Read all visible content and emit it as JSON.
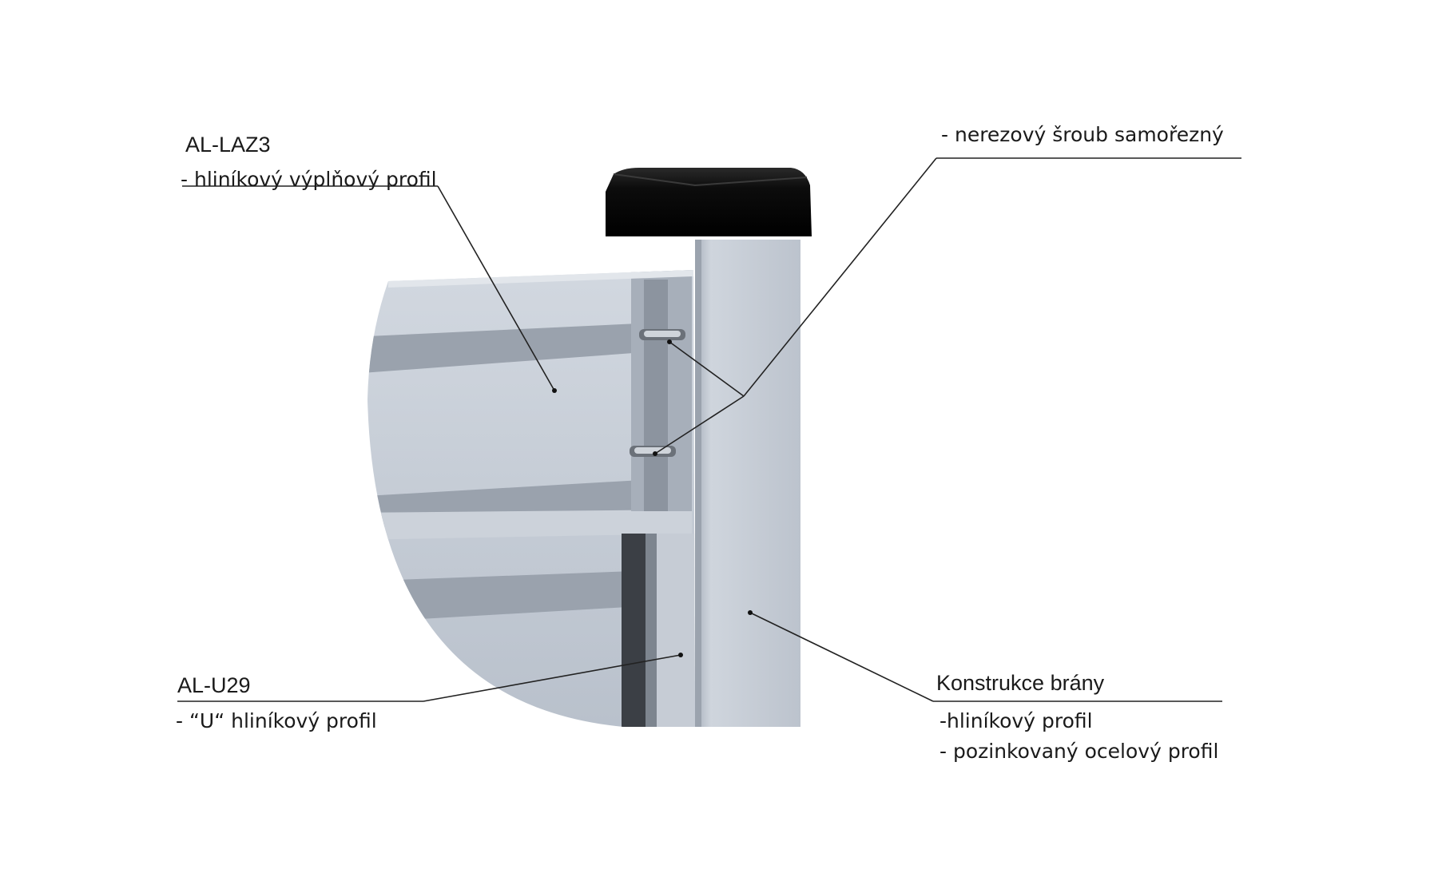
{
  "callouts": {
    "laz3": {
      "title": "AL-LAZ3",
      "description": "- hliníkový výplňový profil"
    },
    "screw": {
      "description": "- nerezový šroub samořezný"
    },
    "u29": {
      "title": "AL-U29",
      "description": "- “U“ hliníkový profil"
    },
    "frame": {
      "title": "Konstrukce brány",
      "line1": "-hliníkový profil",
      "line2": "- pozinkovaný ocelový profil"
    }
  },
  "colors": {
    "aluminium": "#c3cad4",
    "aluminium_shadow": "#8e96a1",
    "cap": "#111111",
    "leader": "#222222"
  }
}
